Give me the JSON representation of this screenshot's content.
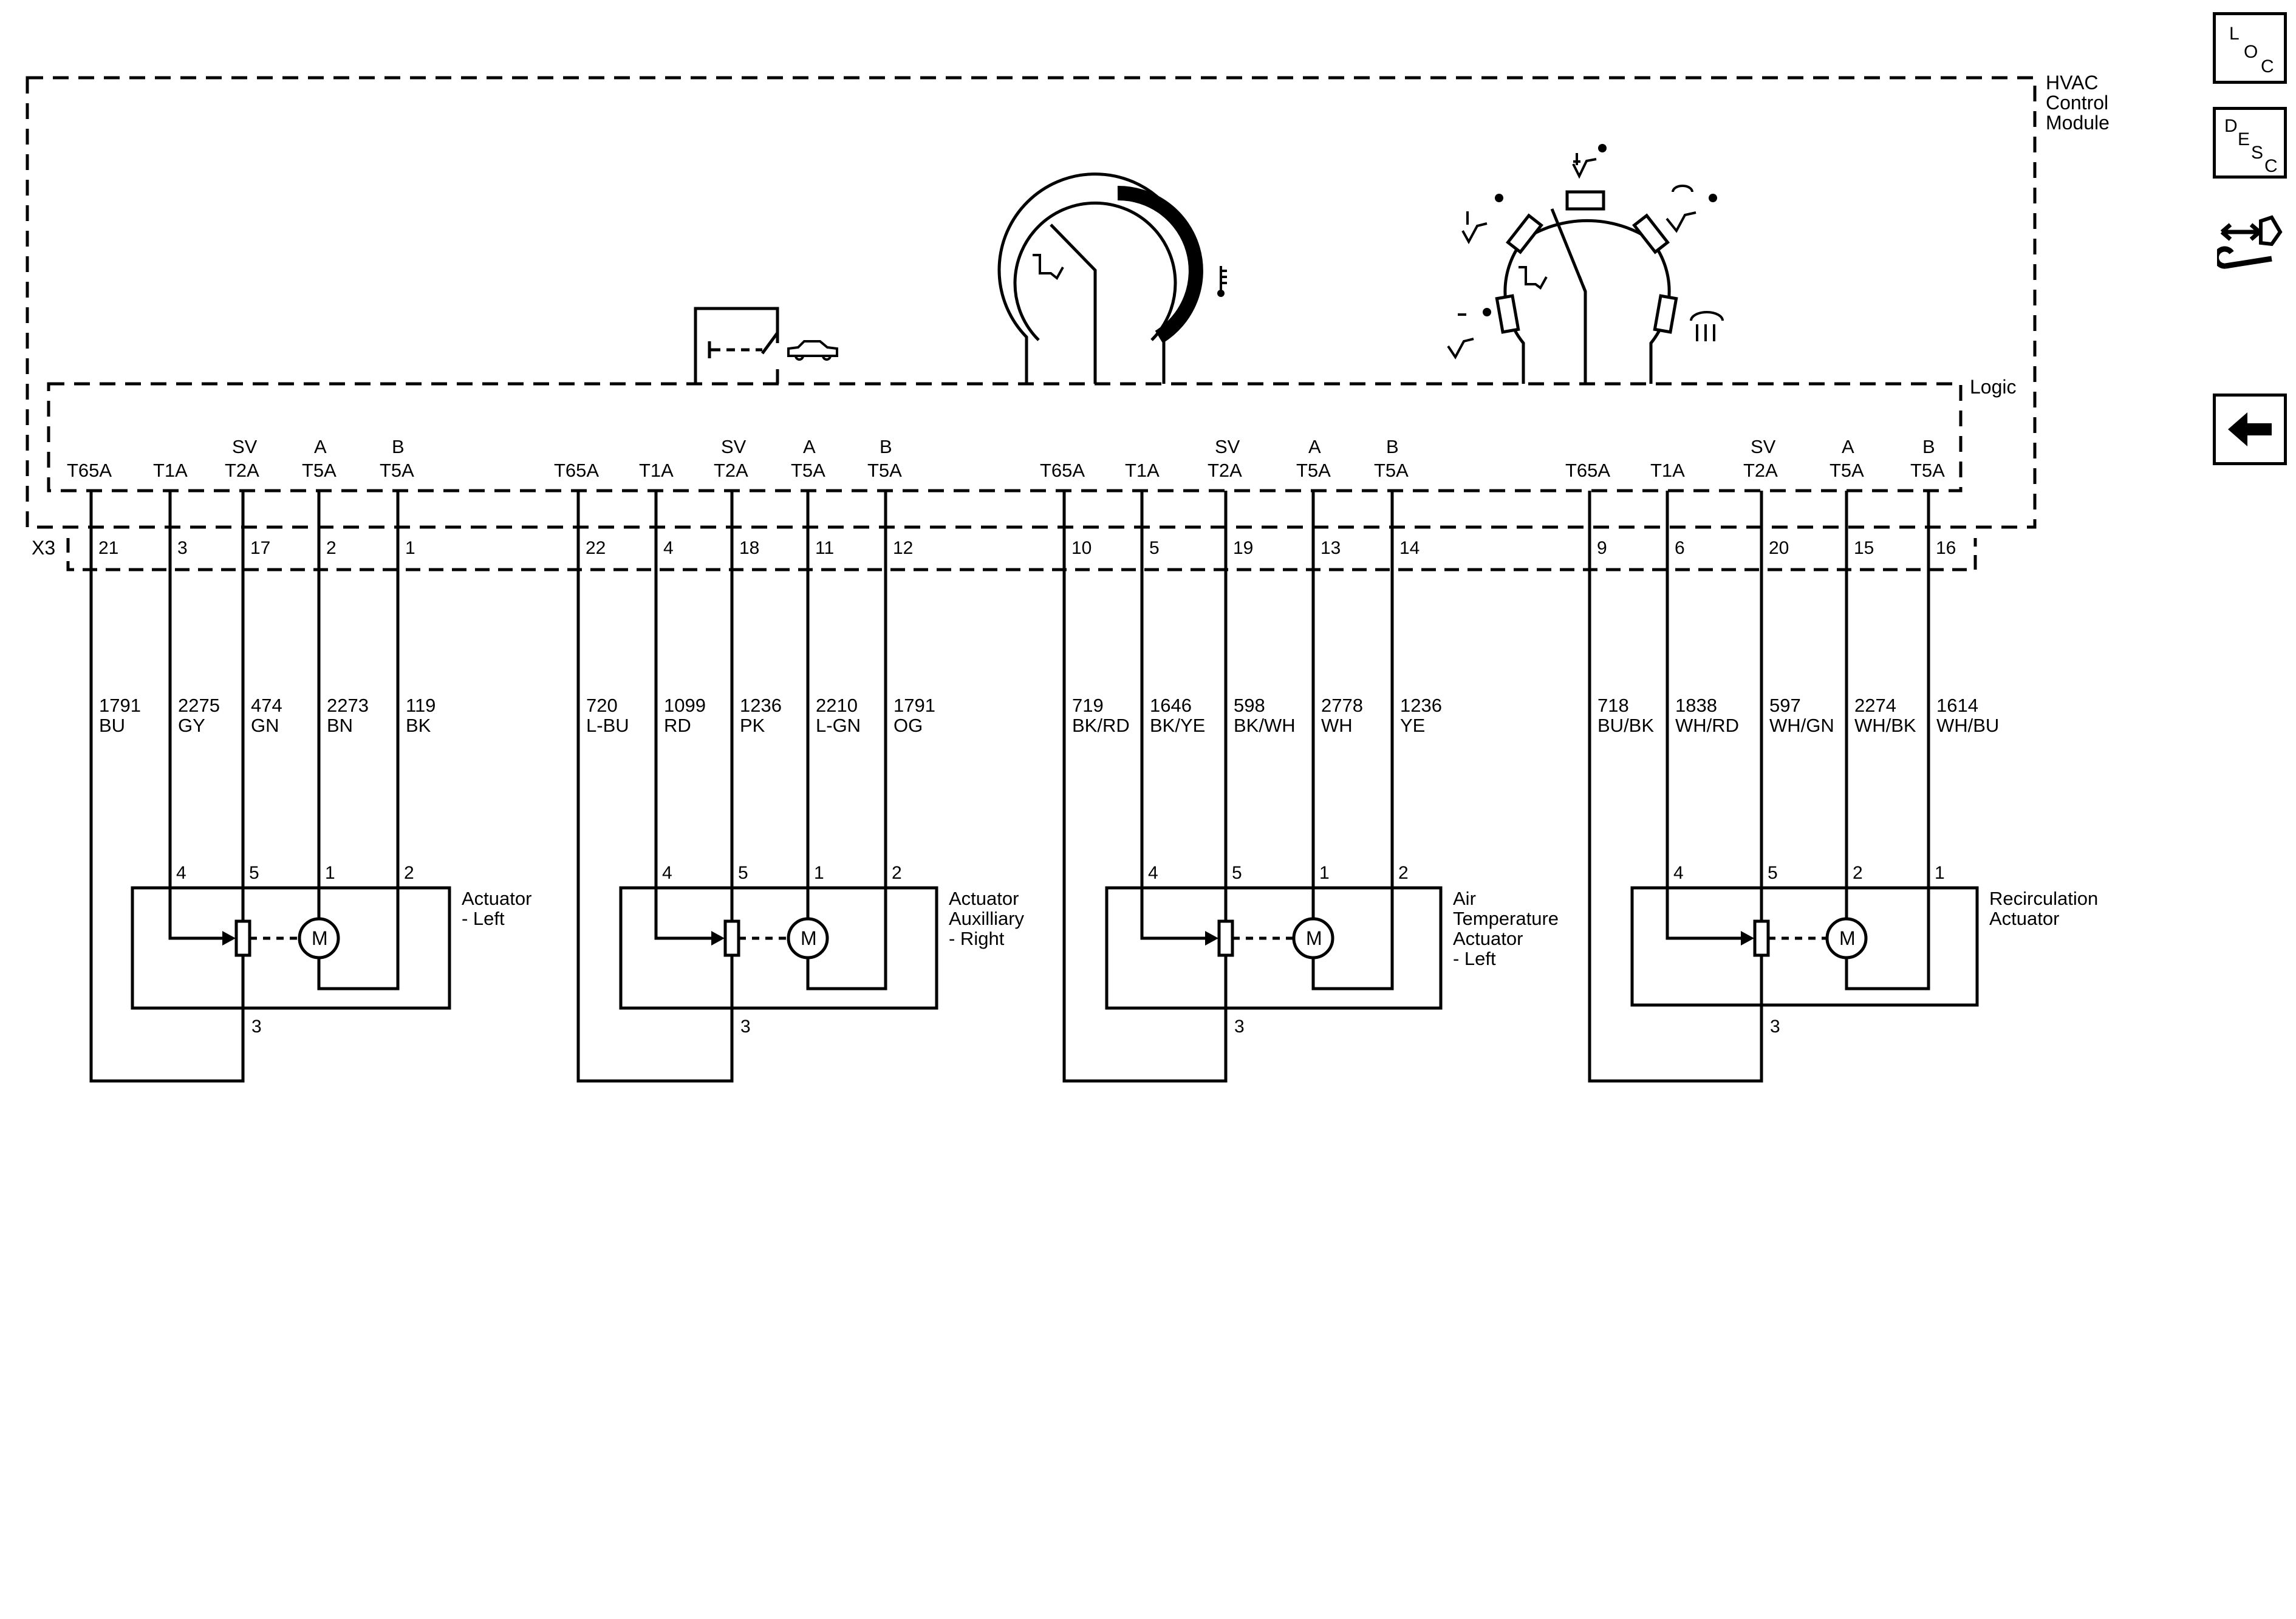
{
  "module": {
    "name_lines": [
      "HVAC",
      "Control",
      "Module"
    ],
    "logic_label": "Logic",
    "connector": "X3"
  },
  "nav": {
    "loc": [
      "L",
      "O",
      "C"
    ],
    "desc": [
      "D",
      "E",
      "S",
      "C"
    ]
  },
  "pin_headers": [
    "T65A",
    "T1A",
    "SV T2A",
    "A T5A",
    "B T5A"
  ],
  "groups": [
    {
      "name_lines": [
        "Actuator",
        "- Left"
      ],
      "x3_pins": [
        "21",
        "3",
        "17",
        "2",
        "1"
      ],
      "circuits": [
        {
          "num": "1791",
          "color": "BU"
        },
        {
          "num": "2275",
          "color": "GY"
        },
        {
          "num": "474",
          "color": "GN"
        },
        {
          "num": "2273",
          "color": "BN"
        },
        {
          "num": "119",
          "color": "BK"
        }
      ],
      "actuator_pins": [
        "4",
        "5",
        "1",
        "2"
      ],
      "bottom_pin": "3"
    },
    {
      "name_lines": [
        "Actuator",
        "Auxilliary",
        "- Right"
      ],
      "x3_pins": [
        "22",
        "4",
        "18",
        "11",
        "12"
      ],
      "circuits": [
        {
          "num": "720",
          "color": "L-BU"
        },
        {
          "num": "1099",
          "color": "RD"
        },
        {
          "num": "1236",
          "color": "PK"
        },
        {
          "num": "2210",
          "color": "L-GN"
        },
        {
          "num": "1791",
          "color": "OG"
        }
      ],
      "actuator_pins": [
        "4",
        "5",
        "1",
        "2"
      ],
      "bottom_pin": "3"
    },
    {
      "name_lines": [
        "Air",
        "Temperature",
        "Actuator",
        "- Left"
      ],
      "x3_pins": [
        "10",
        "5",
        "19",
        "13",
        "14"
      ],
      "circuits": [
        {
          "num": "719",
          "color": "BK/RD"
        },
        {
          "num": "1646",
          "color": "BK/YE"
        },
        {
          "num": "598",
          "color": "BK/WH"
        },
        {
          "num": "2778",
          "color": "WH"
        },
        {
          "num": "1236",
          "color": "YE"
        }
      ],
      "actuator_pins": [
        "4",
        "5",
        "1",
        "2"
      ],
      "bottom_pin": "3"
    },
    {
      "name_lines": [
        "Recirculation",
        "Actuator"
      ],
      "x3_pins": [
        "9",
        "6",
        "20",
        "15",
        "16"
      ],
      "circuits": [
        {
          "num": "718",
          "color": "BU/BK"
        },
        {
          "num": "1838",
          "color": "WH/RD"
        },
        {
          "num": "597",
          "color": "WH/GN"
        },
        {
          "num": "2274",
          "color": "WH/BK"
        },
        {
          "num": "1614",
          "color": "WH/BU"
        }
      ],
      "actuator_pins": [
        "4",
        "5",
        "2",
        "1"
      ],
      "bottom_pin": "3"
    }
  ],
  "motor_label": "M"
}
